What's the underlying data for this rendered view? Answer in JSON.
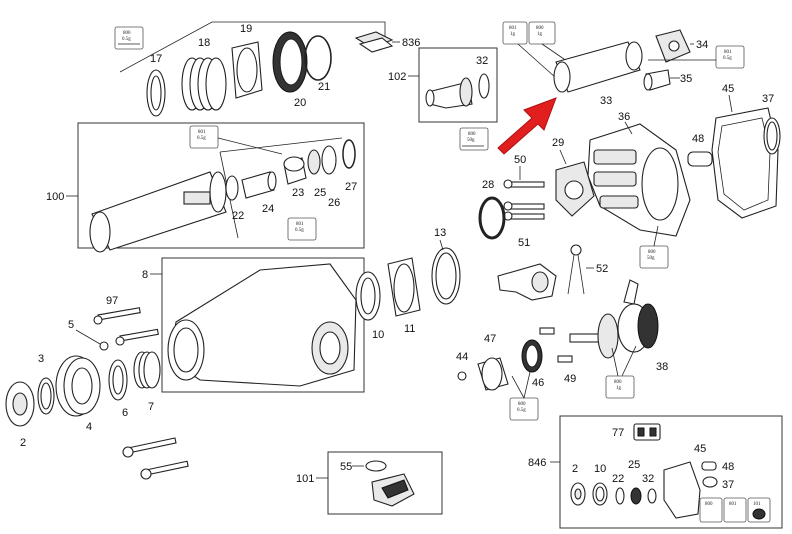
{
  "diagram": {
    "part_labels": {
      "p17": "17",
      "p18": "18",
      "p19": "19",
      "p20": "20",
      "p21": "21",
      "p836": "836",
      "p102": "102",
      "p32a": "32",
      "p33": "33",
      "p34": "34",
      "p35": "35",
      "p45a": "45",
      "p37a": "37",
      "p36": "36",
      "p48a": "48",
      "p100": "100",
      "p22a": "22",
      "p23": "23",
      "p24": "24",
      "p25a": "25",
      "p26": "26",
      "p27": "27",
      "p50": "50",
      "p29": "29",
      "p28": "28",
      "p13": "13",
      "p51": "51",
      "p52": "52",
      "p8": "8",
      "p10a": "10",
      "p11": "11",
      "p97": "97",
      "p5": "5",
      "p3": "3",
      "p2a": "2",
      "p4": "4",
      "p6": "6",
      "p7": "7",
      "p47": "47",
      "p44": "44",
      "p46": "46",
      "p49": "49",
      "p38": "38",
      "p77": "77",
      "p846": "846",
      "p45b": "45",
      "p48b": "48",
      "p37b": "37",
      "p2b": "2",
      "p10b": "10",
      "p22b": "22",
      "p25b": "25",
      "p32b": "32",
      "p101": "101",
      "p55": "55"
    },
    "lube_tags": {
      "t800a": {
        "code": "800",
        "qty": "0.5g"
      },
      "t801a": {
        "code": "801",
        "qty": "1g"
      },
      "t800b": {
        "code": "800",
        "qty": "1g"
      },
      "t801b": {
        "code": "801",
        "qty": "0.5g"
      },
      "t800c": {
        "code": "800",
        "qty": "50g"
      },
      "t801c": {
        "code": "801",
        "qty": "0.5g"
      },
      "t801d": {
        "code": "801",
        "qty": "0.5g"
      },
      "t800d": {
        "code": "800",
        "qty": "50g"
      },
      "t800e": {
        "code": "800",
        "qty": "0.5g"
      },
      "t800f": {
        "code": "800",
        "qty": "1g"
      },
      "t800g": {
        "code": "800",
        "qty": ""
      },
      "t801e": {
        "code": "801",
        "qty": ""
      },
      "t101": {
        "code": "101",
        "qty": ""
      }
    },
    "colors": {
      "arrow": "#e21f1f",
      "line": "#222222"
    }
  }
}
